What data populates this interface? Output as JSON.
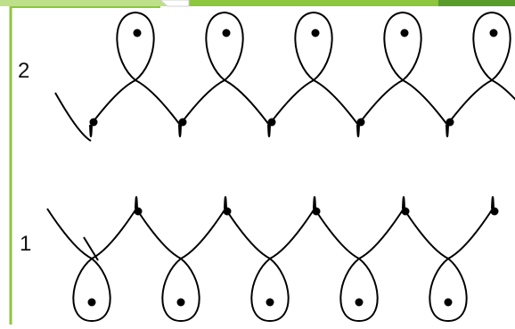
{
  "row_labels": {
    "top": "2",
    "bottom": "1"
  },
  "colors": {
    "frame": "#8dc63f",
    "frame_light": "#bfe08a",
    "frame_dark": "#5a9c2c",
    "stroke": "#000000",
    "background": "#ffffff"
  },
  "rows": {
    "top": {
      "pattern": "looped-zigzag",
      "loop_direction": "up",
      "loops": 5,
      "dots_in_loops": 5,
      "dots_in_valleys": 5
    },
    "bottom": {
      "pattern": "looped-zigzag",
      "loop_direction": "down",
      "loops": 5,
      "dots_in_loops": 5,
      "dots_at_peaks": 5
    }
  }
}
